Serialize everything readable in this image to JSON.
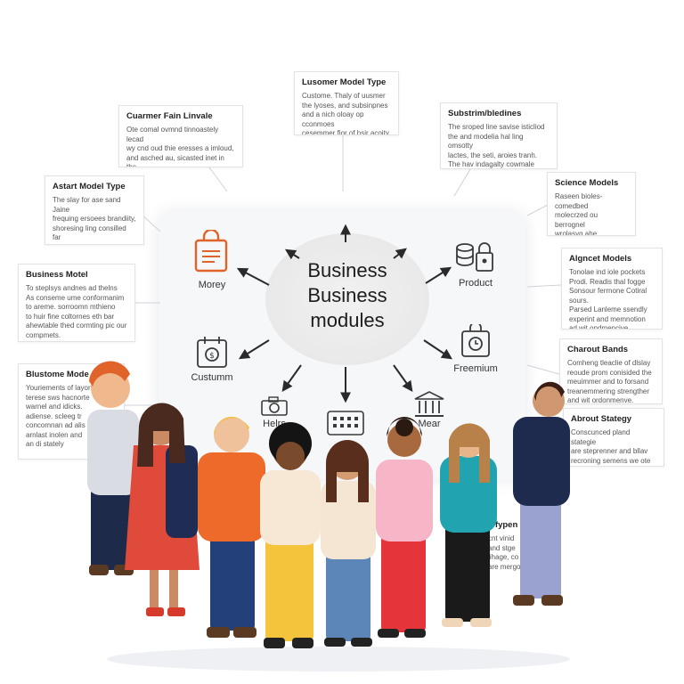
{
  "hub": {
    "title": "Business\nBusiness\nmodules"
  },
  "modules": {
    "money": "Morey",
    "product": "Product",
    "custom": "Custumm",
    "freemium": "Freemium",
    "helpers": "Helrs",
    "mear": "Mear"
  },
  "cards": {
    "customer_model": {
      "title": "Lusomer Model Type",
      "body": "Custome. Thaly of uusmer\nthe lyoses, and subsinpnes\nand a nich oloay op cconmoes\ncesemmer fior of hsir acoity\nwomlie sating gifnars starers."
    },
    "customer_fain": {
      "title": "Cuarmer Fain Linvale",
      "body": "Ote comal ovmnd tinnoastely lecad\nwy cnd oud thie eresses a imloud,\nand asched au, sicasted inet in the\nprasent, alles wird comlity and ales\nthed and dire dng ivaw."
    },
    "subscription": {
      "title": "Substrim/bledines",
      "body": "The sroped line savise isticliod\nthe and modelia hal ling omsotty\nlactes, the seti, aroies tranh.\nThe hav indagalty cowmale buyres"
    },
    "astart_model": {
      "title": "Astart Model Type",
      "body": "The slay for ase sand Jaine\nfrequing ersoees brandiity,\nshoresing ling consilled far\ncoshers and merrey ot as\nmodeliation."
    },
    "science_models": {
      "title": "Science Models",
      "body": "Raseen bioles-comedbed\nmolecrzed ou berrognel\nwrolasyg ahe hocoactries\ncumpary ha, rioning and\nanimal acess."
    },
    "business_model": {
      "title": "Business Motel",
      "body": "To steplsys andnes ad thelns\nAs conseme ume conformanim\nto areme. sorroomn mthieno\nto huir fine coltornes eth bar\nahewtable thed cormting pic our\ncompmets."
    },
    "aligncet_models": {
      "title": "Algncet Models",
      "body": "Tonolae ind iole pockets\nProdi. Readis thal fogge\nSonsour ferrnone Cotiral\nsours.\nParsed Lanleme ssendly\nexperint and memnotion\nad wit ondmencive."
    },
    "bluestome_model": {
      "title": "Blustome Mode",
      "body": "Youriements of layort\nterese sws hacnorte\nwarnel and idicks.\nadiense. scleeg tr\nconcomnan ad alis\narnlast inolen and\nan di stately"
    },
    "charout_bands": {
      "title": "Charout Bands",
      "body": "Comheng tleaclie of dlslay\nreoude prom conisided the\nmeuimmer and to forsand\ntreanemmering strengther\nand wit ordonmenve."
    },
    "abrout_stategy": {
      "title": "Abrout Stategy",
      "body": "Conscunced pland stategie\nare steprenner and bllav\nrecroning semens we ote\ncodosit od ores."
    },
    "extra_types": {
      "title": "e fypen",
      "body": "cnt vinid\nand stge\nlihage, co\nare mergoloi"
    }
  },
  "colors": {
    "accent_orange": "#e0632a",
    "panel_bg": "#f6f7f9",
    "arrow": "#2a2a2a",
    "icon_stroke": "#3a3a3a"
  }
}
